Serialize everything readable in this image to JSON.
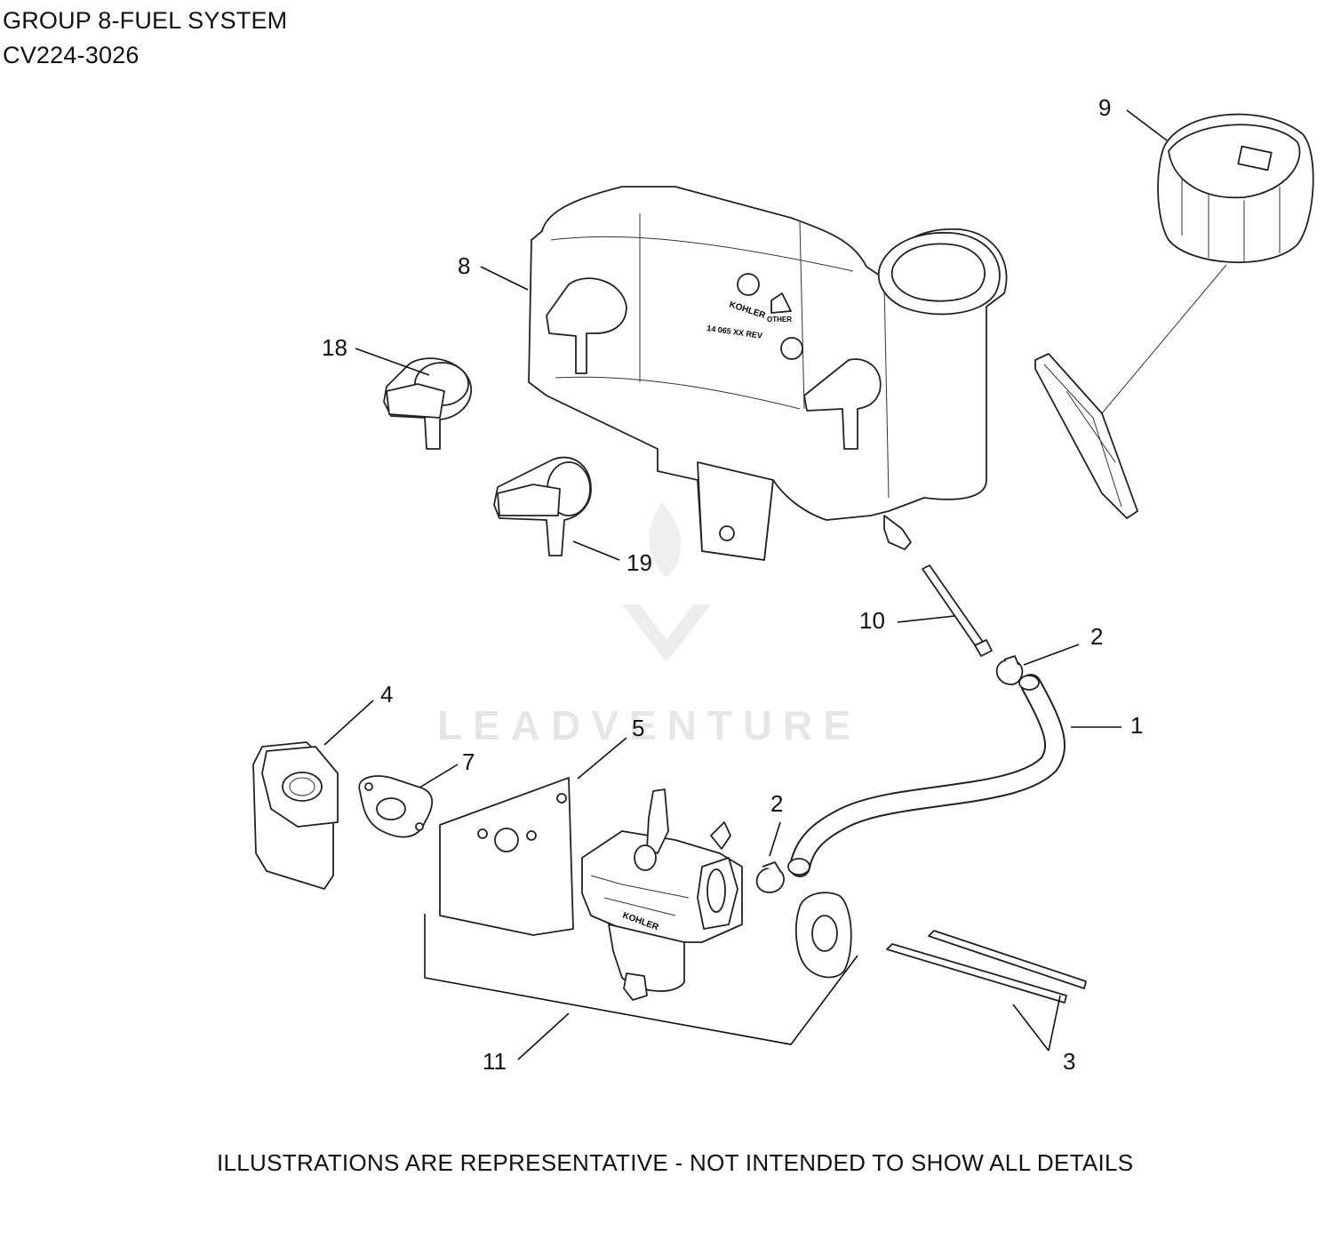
{
  "header": {
    "title": "GROUP 8-FUEL SYSTEM",
    "model": "CV224-3026"
  },
  "footer": {
    "note": "ILLUSTRATIONS ARE REPRESENTATIVE - NOT INTENDED TO SHOW ALL DETAILS"
  },
  "watermark": {
    "text": "LEADVENTURE"
  },
  "callouts": {
    "c1": "1",
    "c2a": "2",
    "c2b": "2",
    "c3": "3",
    "c4": "4",
    "c5": "5",
    "c7": "7",
    "c8": "8",
    "c9": "9",
    "c10": "10",
    "c11": "11",
    "c18": "18",
    "c19": "19"
  },
  "markings": {
    "tank_brand": "KOHLER",
    "tank_part": "14 065 XX REV",
    "tank_other": "OTHER",
    "carb_brand": "KOHLER"
  }
}
